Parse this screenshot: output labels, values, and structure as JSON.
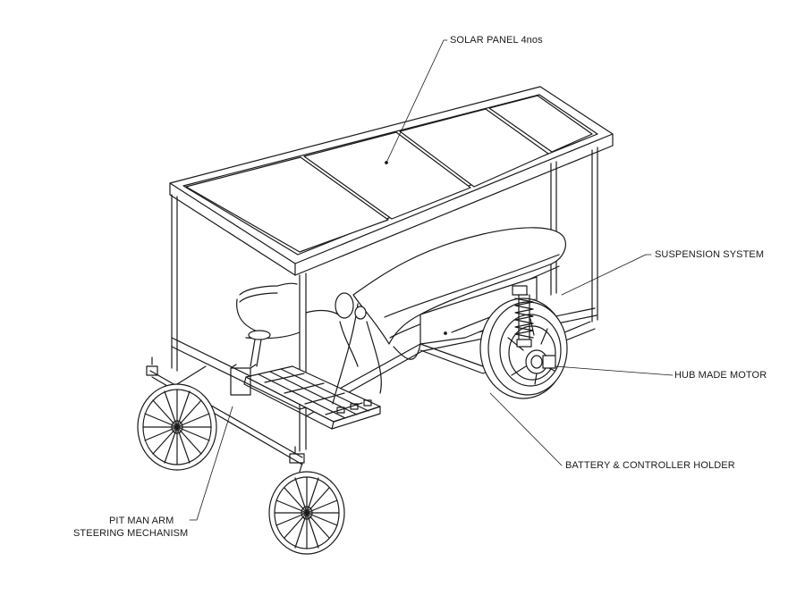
{
  "labels": {
    "solar_panel": "SOLAR PANEL 4nos",
    "suspension": "SUSPENSION SYSTEM",
    "hub_motor": "HUB MADE MOTOR",
    "battery_holder": "BATTERY & CONTROLLER HOLDER",
    "pitman_arm": "PIT MAN ARM",
    "steering": "STEERING MECHANISM"
  },
  "colors": {
    "line": "#1a1a1a",
    "background": "#ffffff"
  }
}
